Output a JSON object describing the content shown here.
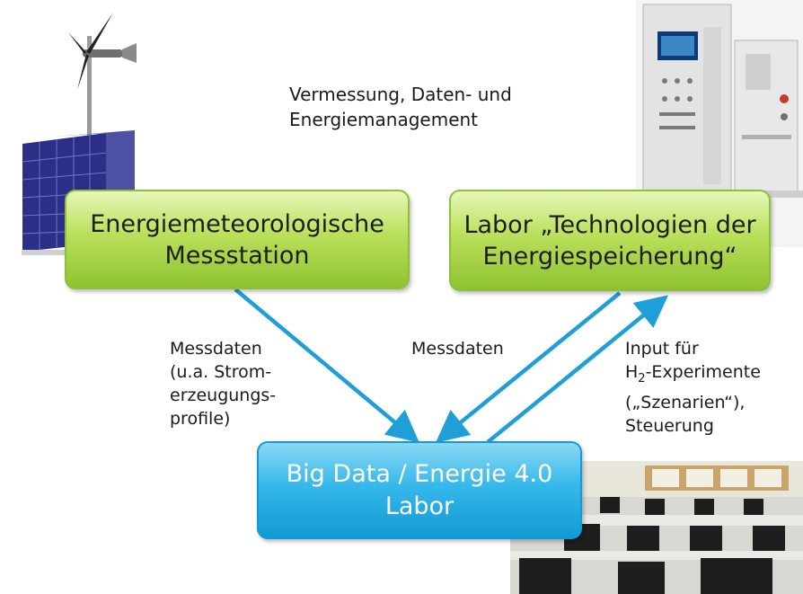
{
  "header_text": {
    "line1": "Vermessung, Daten- und",
    "line2": "Energiemanagement"
  },
  "boxes": {
    "messstation": {
      "line1": "Energiemeteorologische",
      "line2": "Messstation"
    },
    "labor": {
      "line1": "Labor „Technologien der",
      "line2": "Energiespeicherung“"
    },
    "bigdata": {
      "line1": "Big Data / Energie 4.0",
      "line2": "Labor"
    }
  },
  "labels": {
    "left": [
      "Messdaten",
      "(u.a. Strom-",
      "erzeugungs-",
      "profile)"
    ],
    "middle": "Messdaten",
    "right": {
      "line1": "Input für",
      "line2_prefix": "H",
      "line2_sub": "2",
      "line2_suffix": "-Experimente",
      "line3": "(„Szenarien“),",
      "line4": "Steuerung"
    }
  },
  "colors": {
    "arrow": "#1e9fd8",
    "green_box": "#a6d24a",
    "blue_box": "#2bb0e6"
  }
}
